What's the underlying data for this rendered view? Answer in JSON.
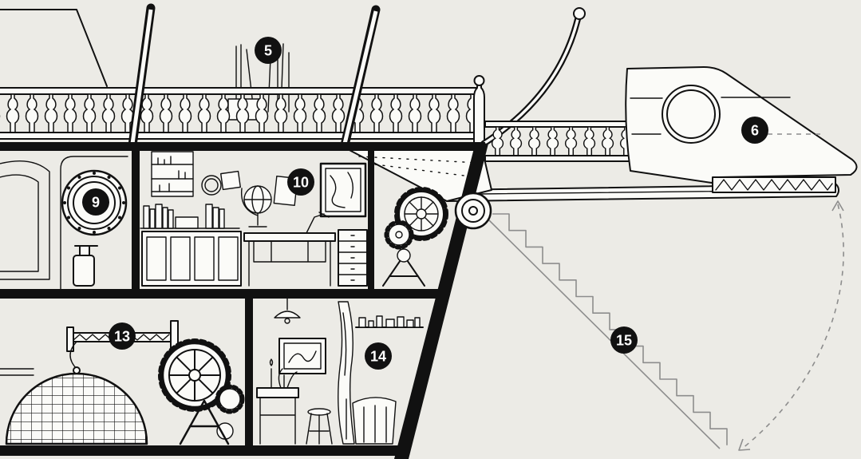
{
  "callouts": [
    {
      "label": "5"
    },
    {
      "label": "6"
    },
    {
      "label": "9"
    },
    {
      "label": "10"
    },
    {
      "label": "13"
    },
    {
      "label": "14"
    },
    {
      "label": "15"
    }
  ],
  "colors": {
    "paper": "#ecebe6",
    "ink": "#111111",
    "callout_fill": "#111111",
    "callout_text": "#ffffff",
    "guide_lines": "#8d8d8d"
  }
}
